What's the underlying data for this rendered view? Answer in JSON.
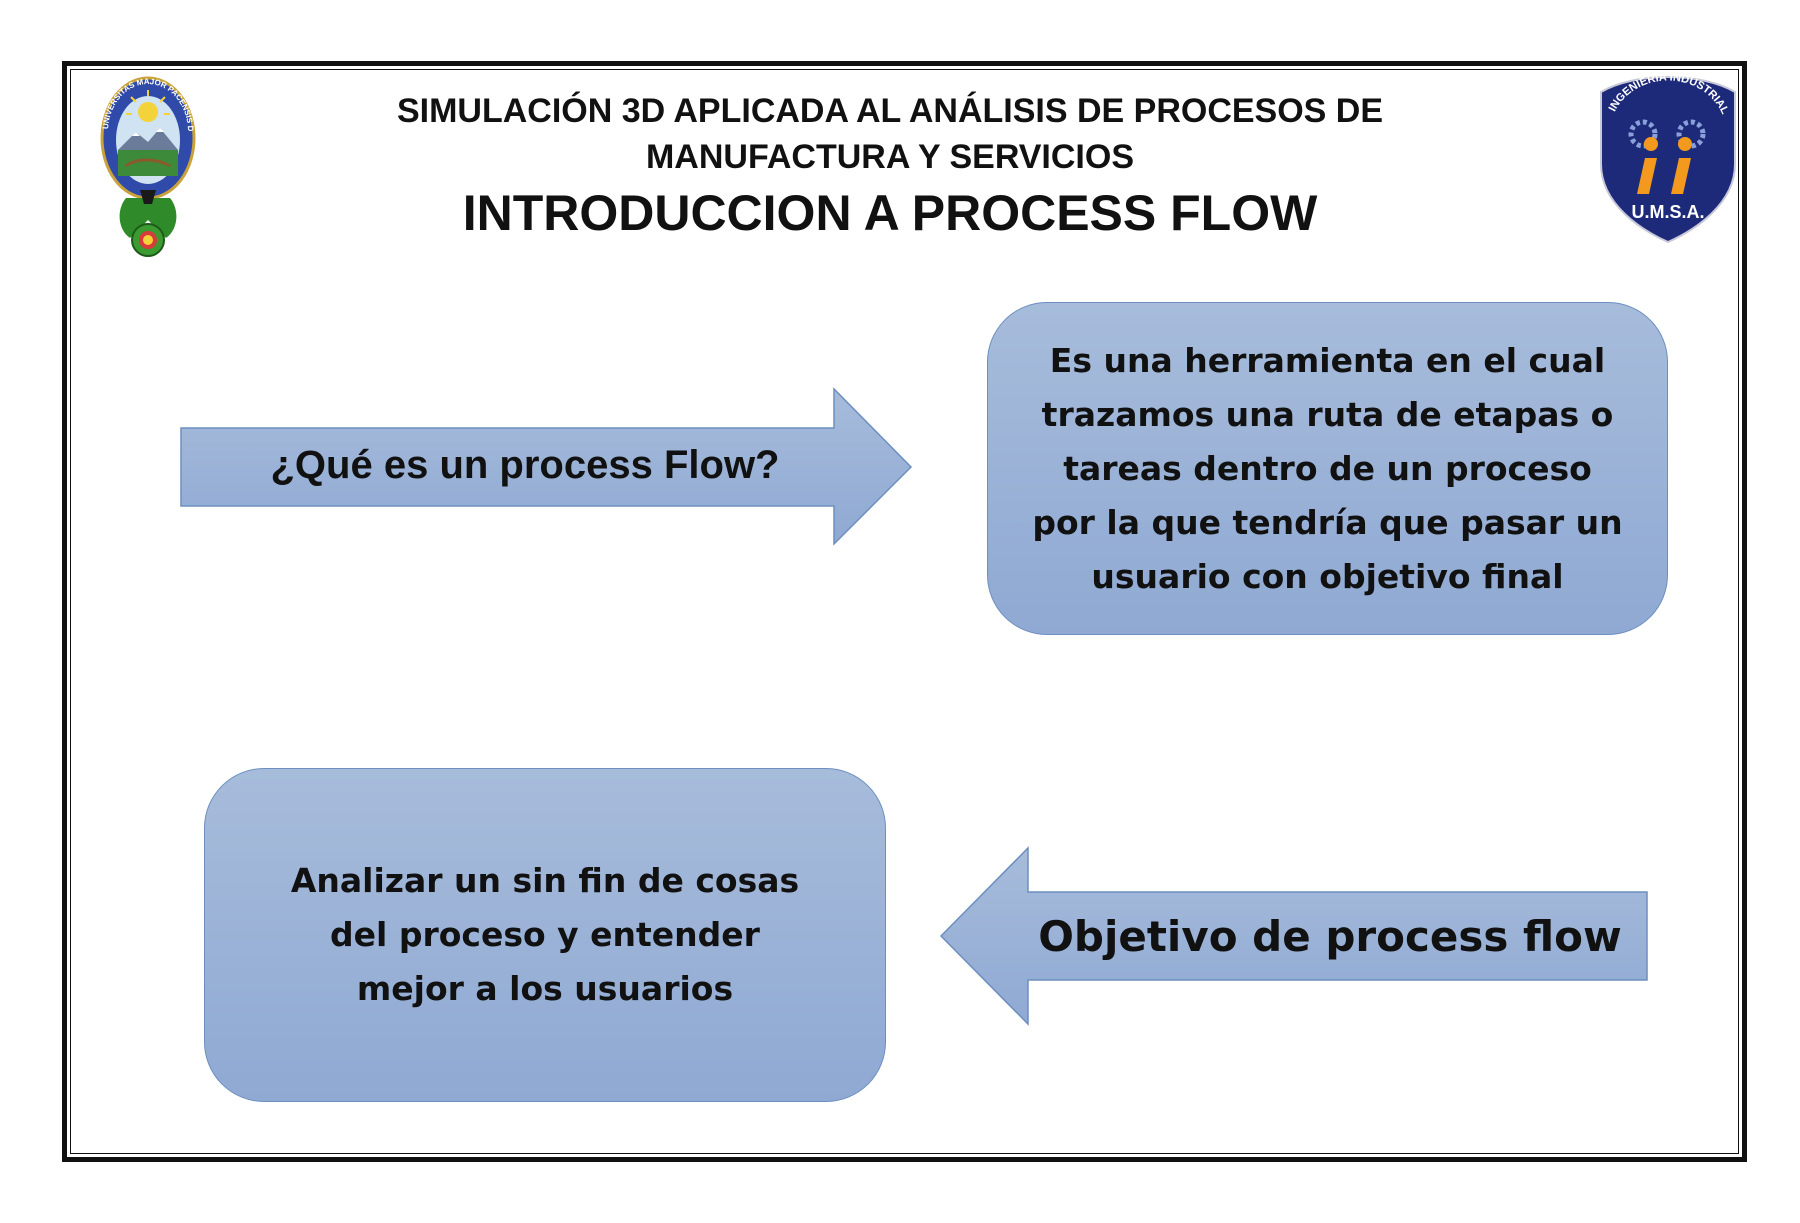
{
  "header": {
    "title_line1": "SIMULACIÓN 3D APLICADA AL ANÁLISIS DE PROCESOS DE",
    "title_line2": "MANUFACTURA Y SERVICIOS",
    "title_main": "INTRODUCCION A PROCESS FLOW",
    "logo_left_text": "UNIVERSITAS MAJOR PACENSIS DIVI ANDREAE",
    "logo_right_top_text": "INGENIERIA INDUSTRIAL",
    "logo_right_bottom_text": "U.M.S.A."
  },
  "diagram": {
    "arrow_question": "¿Qué es un process Flow?",
    "definition": "Es una herramienta en el cual trazamos una ruta de etapas o tareas dentro de un proceso por la que tendría que pasar un usuario con objetivo final",
    "arrow_objective": "Objetivo de process flow",
    "objective": "Analizar un sin fin de cosas del proceso y entender mejor a los usuarios"
  },
  "colors": {
    "shape_top": "#a7bcdb",
    "shape_bottom": "#8fa9d3",
    "shape_border": "#6d8fbf",
    "frame": "#111111"
  }
}
